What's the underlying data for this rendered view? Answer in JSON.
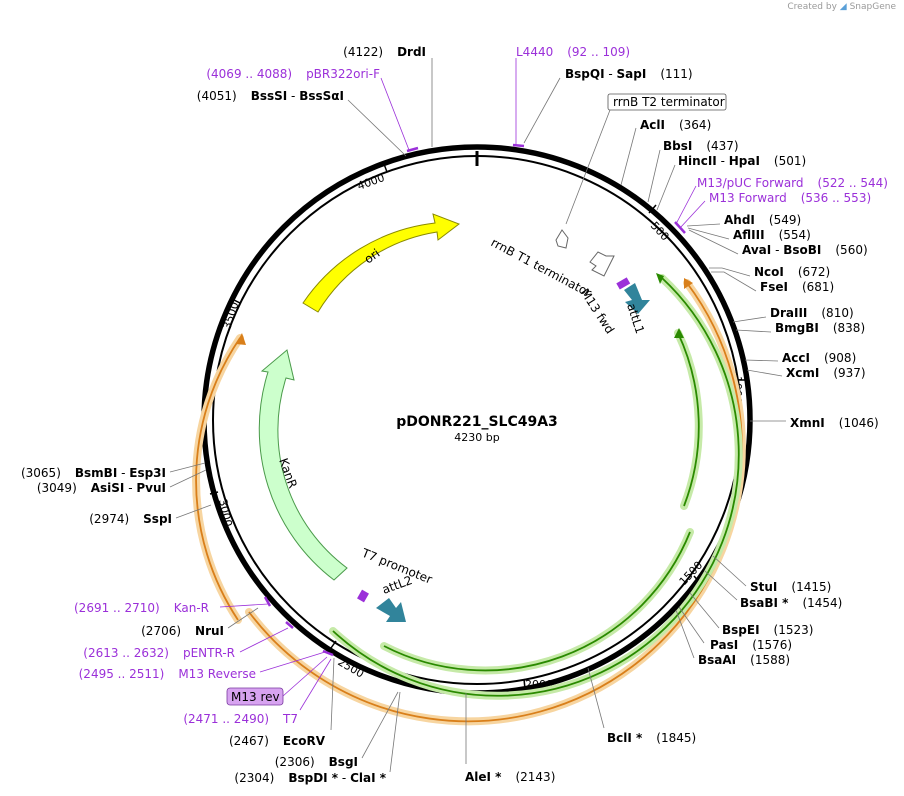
{
  "credit": {
    "prefix": "Created by",
    "brand": "SnapGene"
  },
  "plasmid": {
    "name": "pDONR221_SLC49A3",
    "size_label": "4230 bp",
    "length": 4230
  },
  "ticks": [
    "500",
    "1000",
    "1500",
    "2000",
    "2500",
    "3000",
    "3500",
    "4000"
  ],
  "features": {
    "ori": "ori",
    "kanr": "KanR",
    "attl1": "attL1",
    "attl2": "attL2",
    "m13fwd": "M13 fwd",
    "t7promoter": "T7 promoter",
    "rrnbt1": "rrnB T1 terminator",
    "rrnbt2": "rrnB T2 terminator",
    "m13rev": "M13 rev"
  },
  "right_sites": [
    {
      "name": "BspQI",
      "name2": "SapI",
      "pos": "(111)"
    },
    {
      "name": "AclI",
      "pos": "(364)"
    },
    {
      "name": "BbsI",
      "pos": "(437)"
    },
    {
      "name": "HincII",
      "name2": "HpaI",
      "pos": "(501)"
    },
    {
      "name": "AhdI",
      "pos": "(549)"
    },
    {
      "name": "AflIII",
      "pos": "(554)"
    },
    {
      "name": "AvaI",
      "name2": "BsoBI",
      "pos": "(560)"
    },
    {
      "name": "NcoI",
      "pos": "(672)"
    },
    {
      "name": "FseI",
      "pos": "(681)"
    },
    {
      "name": "DraIII",
      "pos": "(810)"
    },
    {
      "name": "BmgBI",
      "pos": "(838)"
    },
    {
      "name": "AccI",
      "pos": "(908)"
    },
    {
      "name": "XcmI",
      "pos": "(937)"
    },
    {
      "name": "XmnI",
      "pos": "(1046)"
    },
    {
      "name": "StuI",
      "pos": "(1415)"
    },
    {
      "name": "BsaBI *",
      "pos": "(1454)"
    },
    {
      "name": "BspEI",
      "pos": "(1523)"
    },
    {
      "name": "PasI",
      "pos": "(1576)"
    },
    {
      "name": "BsaAI",
      "pos": "(1588)"
    },
    {
      "name": "BclI *",
      "pos": "(1845)"
    },
    {
      "name": "AleI *",
      "pos": "(2143)"
    }
  ],
  "left_sites": [
    {
      "name": "DrdI",
      "pos": "(4122)"
    },
    {
      "name": "BssSI",
      "name2": "BssSαI",
      "pos": "(4051)"
    },
    {
      "name": "BsmBI",
      "name2": "Esp3I",
      "pos": "(3065)"
    },
    {
      "name": "AsiSI",
      "name2": "PvuI",
      "pos": "(3049)"
    },
    {
      "name": "SspI",
      "pos": "(2974)"
    },
    {
      "name": "NruI",
      "pos": "(2706)"
    },
    {
      "name": "EcoRV",
      "pos": "(2467)"
    },
    {
      "name": "BsgI",
      "pos": "(2306)"
    },
    {
      "name": "BspDI *",
      "name2": "ClaI *",
      "pos": "(2304)"
    }
  ],
  "primers": [
    {
      "name": "L4440",
      "pos": "(92 .. 109)"
    },
    {
      "name": "pBR322ori-F",
      "pos": "(4069 .. 4088)"
    },
    {
      "name": "M13/pUC Forward",
      "pos": "(522 .. 544)"
    },
    {
      "name": "M13 Forward",
      "pos": "(536 .. 553)"
    },
    {
      "name": "Kan-R",
      "pos": "(2691 .. 2710)"
    },
    {
      "name": "pENTR-R",
      "pos": "(2613 .. 2632)"
    },
    {
      "name": "M13 Reverse",
      "pos": "(2495 .. 2511)"
    },
    {
      "name": "T7",
      "pos": "(2471 .. 2490)"
    }
  ],
  "colors": {
    "ori": "#ffff00",
    "kanr": "#ccffcc",
    "att": "#31849b",
    "orf_green": "#2a8a00",
    "orf_orange": "#d97f1a",
    "primer": "#9b30d9",
    "m13rev_box": "#d7a3f0"
  }
}
